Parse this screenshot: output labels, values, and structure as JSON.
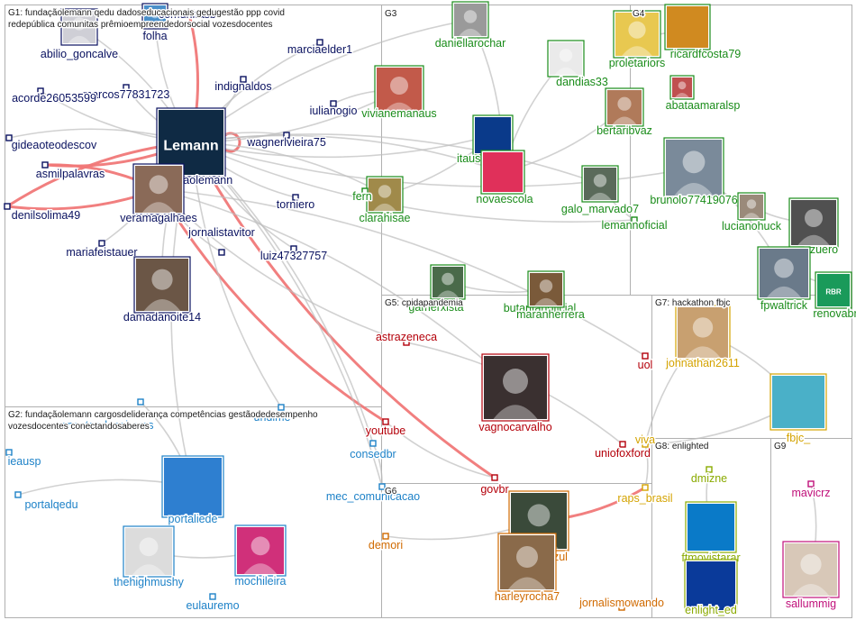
{
  "colors": {
    "G1": "#0a1260",
    "G2": "#1e82c8",
    "G3": "#1a8c1a",
    "G4": "#1a8c1a",
    "G5": "#b4000a",
    "G6": "#d06a00",
    "G7": "#d4a300",
    "G8": "#8aaa00",
    "G9": "#c0107a",
    "edge": "#bdbdbd",
    "edge_strong": "#f07878",
    "border": "#b0b0b0"
  },
  "groups": [
    {
      "id": "G1",
      "caption": "G1: fundaçãolemann qedu dadoseducacionais gedugestão ppp covid",
      "caption2": "redepública comunitas prêmioempreendedorsocial vozesdocentes"
    },
    {
      "id": "G2",
      "caption": "G2: fundaçãolemann cargosdeliderança competências gestãodedesempenho",
      "caption2": "vozesdocentes conectandosaberes"
    },
    {
      "id": "G3",
      "caption": "G3",
      "caption2": ""
    },
    {
      "id": "G4",
      "caption": "G4",
      "caption2": ""
    },
    {
      "id": "G5",
      "caption": "G5: cpidapandemia",
      "caption2": ""
    },
    {
      "id": "G6",
      "caption": "G6",
      "caption2": ""
    },
    {
      "id": "G7",
      "caption": "G7: hackathon fbjc",
      "caption2": ""
    },
    {
      "id": "G8",
      "caption": "G8: enlighted",
      "caption2": ""
    },
    {
      "id": "G9",
      "caption": "G9",
      "caption2": ""
    }
  ],
  "nodes": [
    {
      "id": "abilio",
      "label": "abilio_goncalve",
      "group": "G1",
      "img": "avatar-icon",
      "tone": "#cfcfd6"
    },
    {
      "id": "folha",
      "label": "folha",
      "group": "G1",
      "img": "avatar-icon",
      "tone": "#4a8fc9"
    },
    {
      "id": "comunitasbr",
      "label": "comunitasbr",
      "group": "G1"
    },
    {
      "id": "marcielder",
      "label": "marciaelder1",
      "group": "G1"
    },
    {
      "id": "indignaldos",
      "label": "indignaldos",
      "group": "G1"
    },
    {
      "id": "marcos",
      "label": "marcos77831723",
      "group": "G1"
    },
    {
      "id": "acorde",
      "label": "acorde26053599",
      "group": "G1"
    },
    {
      "id": "luliano",
      "label": "iulianogio",
      "group": "G1"
    },
    {
      "id": "gideao",
      "label": "gideaoteodescov",
      "group": "G1"
    },
    {
      "id": "wagner",
      "label": "wagnerlvieira75",
      "group": "G1"
    },
    {
      "id": "lemann",
      "label": "fundacaolemann",
      "group": "G1",
      "img": "lemann-logo-icon",
      "tone": "#0f2a44",
      "logo": "Lemann"
    },
    {
      "id": "asmil",
      "label": "asmilpalavras",
      "group": "G1"
    },
    {
      "id": "denil",
      "label": "denilsolima49",
      "group": "G1"
    },
    {
      "id": "vera",
      "label": "veramagalhaes",
      "group": "G1",
      "img": "avatar-icon",
      "tone": "#8a6a58"
    },
    {
      "id": "torniero",
      "label": "torniero",
      "group": "G1"
    },
    {
      "id": "mariafeist",
      "label": "mariafeistauer",
      "group": "G1"
    },
    {
      "id": "jornalista",
      "label": "jornalistavitor",
      "group": "G1"
    },
    {
      "id": "luiz",
      "label": "luiz47327757",
      "group": "G1"
    },
    {
      "id": "dama",
      "label": "damadanoite14",
      "group": "G1",
      "img": "avatar-icon",
      "tone": "#6b5646"
    },
    {
      "id": "coneeduc",
      "label": "conectandosaberes",
      "group": "G2"
    },
    {
      "id": "undime",
      "label": "undime",
      "group": "G2"
    },
    {
      "id": "ieausp",
      "label": "ieausp",
      "group": "G2"
    },
    {
      "id": "portalqedu",
      "label": "portalqedu",
      "group": "G2"
    },
    {
      "id": "consedbr",
      "label": "consedbr",
      "group": "G2"
    },
    {
      "id": "mec",
      "label": "mec_comunicacao",
      "group": "G2"
    },
    {
      "id": "portaliede",
      "label": "portaliede",
      "group": "G2",
      "img": "book-logo-icon",
      "tone": "#2e7fd0"
    },
    {
      "id": "highmushy",
      "label": "thehighmushy",
      "group": "G2",
      "img": "avatar-icon",
      "tone": "#dcdcdc"
    },
    {
      "id": "mochileira",
      "label": "mochileira",
      "group": "G2",
      "img": "avatar-icon",
      "tone": "#d0307a"
    },
    {
      "id": "eulauremo",
      "label": "eulauremo",
      "group": "G2"
    },
    {
      "id": "daniella",
      "label": "daniellarochar",
      "group": "G3",
      "img": "avatar-icon",
      "tone": "#9a9a9a"
    },
    {
      "id": "vivianem",
      "label": "vivianemanaus",
      "group": "G3",
      "img": "avatar-icon",
      "tone": "#c25a4a"
    },
    {
      "id": "itausocial",
      "label": "itausocial",
      "group": "G3",
      "img": "itau-logo-icon",
      "tone": "#0a3a8a"
    },
    {
      "id": "novaescola",
      "label": "novaescola",
      "group": "G3",
      "img": "nova-escola-logo-icon",
      "tone": "#e0305a"
    },
    {
      "id": "dandias",
      "label": "dandias33",
      "group": "G3",
      "img": "avatar-icon",
      "tone": "#eaeaea"
    },
    {
      "id": "bertarib",
      "label": "bertaribvaz",
      "group": "G3",
      "img": "avatar-icon",
      "tone": "#b07a5a"
    },
    {
      "id": "galo",
      "label": "galo_marvado7",
      "group": "G3",
      "img": "avatar-icon",
      "tone": "#5a6a5a"
    },
    {
      "id": "brunolo",
      "label": "brunolo77419076",
      "group": "G3",
      "img": "avatar-icon",
      "tone": "#7a8a9a"
    },
    {
      "id": "lemannofic",
      "label": "lemannoficial",
      "group": "G3"
    },
    {
      "id": "clarahisae",
      "label": "clarahisae",
      "group": "G3",
      "img": "avatar-icon",
      "tone": "#a08a4a"
    },
    {
      "id": "fern",
      "label": "fern",
      "group": "G3"
    },
    {
      "id": "lucianohuck",
      "label": "lucianohuck",
      "group": "G3",
      "img": "avatar-icon",
      "tone": "#9a8a7a"
    },
    {
      "id": "azuero",
      "label": "azuero",
      "group": "G3",
      "img": "avatar-icon",
      "tone": "#505050"
    },
    {
      "id": "fpwaltrick",
      "label": "fpwaltrick",
      "group": "G3",
      "img": "avatar-icon",
      "tone": "#6a7a8a"
    },
    {
      "id": "renovabr",
      "label": "renovabr",
      "group": "G3",
      "img": "renovabr-logo-icon",
      "tone": "#1a9a5a",
      "logo": "RBR"
    },
    {
      "id": "gamerxista",
      "label": "gamerxista",
      "group": "G3",
      "img": "avatar-icon",
      "tone": "#4a6a4a"
    },
    {
      "id": "butantan",
      "label": "butantanoficial",
      "group": "G3"
    },
    {
      "id": "maran",
      "label": "maranherrera",
      "group": "G3",
      "img": "avatar-icon",
      "tone": "#7a5a3a"
    },
    {
      "id": "proletariors",
      "label": "proletariors",
      "group": "G4",
      "img": "avatar-icon",
      "tone": "#e8c850"
    },
    {
      "id": "ricardo",
      "label": "ricardfcosta79",
      "group": "G4",
      "img": "map-icon",
      "tone": "#d08a20"
    },
    {
      "id": "abataam",
      "label": "abataamaralsp",
      "group": "G4",
      "img": "avatar-icon",
      "tone": "#c05050"
    },
    {
      "id": "astrazeneca",
      "label": "astrazeneca",
      "group": "G5"
    },
    {
      "id": "vagno",
      "label": "vagnocarvalho",
      "group": "G5",
      "img": "avatar-icon",
      "tone": "#3a3030"
    },
    {
      "id": "uol",
      "label": "uol",
      "group": "G5"
    },
    {
      "id": "youtube",
      "label": "youtube",
      "group": "G5"
    },
    {
      "id": "uniofoxford",
      "label": "uniofoxford",
      "group": "G5"
    },
    {
      "id": "govbr",
      "label": "govbr",
      "group": "G5"
    },
    {
      "id": "oceanoazul",
      "label": "oceanoazul",
      "group": "G6",
      "img": "avatar-icon",
      "tone": "#3a4a3a"
    },
    {
      "id": "demori",
      "label": "demori",
      "group": "G6"
    },
    {
      "id": "harley",
      "label": "harleyrocha7",
      "group": "G6",
      "img": "avatar-icon",
      "tone": "#8a6a4a"
    },
    {
      "id": "jornalismowando",
      "label": "jornalismowando",
      "group": "G6"
    },
    {
      "id": "johnathan",
      "label": "johnathan2611",
      "group": "G7",
      "img": "avatar-icon",
      "tone": "#c8a070"
    },
    {
      "id": "fbjc",
      "label": "fbjc_",
      "group": "G7",
      "img": "lightbulb-logo-icon",
      "tone": "#4ab0c8"
    },
    {
      "id": "viva",
      "label": "viva",
      "group": "G7"
    },
    {
      "id": "raps",
      "label": "raps_brasil",
      "group": "G7"
    },
    {
      "id": "dmizne",
      "label": "dmizne",
      "group": "G8"
    },
    {
      "id": "ftmovistar",
      "label": "ftmovistarar",
      "group": "G8",
      "img": "movistar-logo-icon",
      "tone": "#0a7ac8"
    },
    {
      "id": "enlight",
      "label": "enlight_ed",
      "group": "G8",
      "img": "enlight-logo-icon",
      "tone": "#0a3a9a"
    },
    {
      "id": "mavicrz",
      "label": "mavicrz",
      "group": "G9"
    },
    {
      "id": "sallummig",
      "label": "sallummig",
      "group": "G9",
      "img": "avatar-icon",
      "tone": "#d8c8b8"
    }
  ],
  "edges": [
    [
      "denil",
      "lemann",
      "strong"
    ],
    [
      "denil",
      "vera",
      "strong"
    ],
    [
      "asmil",
      "vera",
      "strong"
    ],
    [
      "asmil",
      "lemann",
      "strong"
    ],
    [
      "comunitasbr",
      "lemann",
      "strong"
    ],
    [
      "lemann",
      "govbr",
      "strong"
    ],
    [
      "lemann",
      "lemann",
      "strong"
    ],
    [
      "vera",
      "youtube",
      "strong"
    ],
    [
      "raps",
      "oceanoazul",
      "strong"
    ],
    [
      "lemann",
      "itausocial",
      "faint"
    ],
    [
      "lemann",
      "novaescola",
      "faint"
    ],
    [
      "lemann",
      "lemannofic",
      "faint"
    ],
    [
      "lemann",
      "clarahisae",
      "faint"
    ],
    [
      "lemann",
      "vivianem",
      "faint"
    ],
    [
      "lemann",
      "daniella",
      "faint"
    ],
    [
      "lemann",
      "brunolo",
      "faint"
    ],
    [
      "lemann",
      "galo",
      "faint"
    ],
    [
      "lemann",
      "portaliede",
      "faint"
    ],
    [
      "lemann",
      "consedbr",
      "faint"
    ],
    [
      "lemann",
      "undime",
      "faint"
    ],
    [
      "lemann",
      "mec",
      "faint"
    ],
    [
      "lemann",
      "dama",
      "faint"
    ],
    [
      "lemann",
      "mariafeist",
      "faint"
    ],
    [
      "lemann",
      "luiz",
      "faint"
    ],
    [
      "lemann",
      "wagner",
      "faint"
    ],
    [
      "lemann",
      "indignaldos",
      "faint"
    ],
    [
      "lemann",
      "marcos",
      "faint"
    ],
    [
      "lemann",
      "abilio",
      "faint"
    ],
    [
      "lemann",
      "folha",
      "faint"
    ],
    [
      "lemann",
      "torniero",
      "faint"
    ],
    [
      "vera",
      "vagno",
      "faint"
    ],
    [
      "vera",
      "astrazeneca",
      "faint"
    ],
    [
      "vera",
      "uol",
      "faint"
    ],
    [
      "brunolo",
      "lucianohuck",
      "faint"
    ],
    [
      "brunolo",
      "fpwaltrick",
      "faint"
    ],
    [
      "lucianohuck",
      "azuero",
      "faint"
    ],
    [
      "johnathan",
      "fbjc",
      "faint"
    ],
    [
      "johnathan",
      "viva",
      "faint"
    ],
    [
      "fbjc",
      "viva",
      "faint"
    ],
    [
      "uniofoxford",
      "astrazeneca",
      "faint"
    ],
    [
      "govbr",
      "youtube",
      "faint"
    ],
    [
      "raps",
      "viva",
      "faint"
    ],
    [
      "itausocial",
      "novaescola",
      "faint"
    ],
    [
      "galo",
      "lemannofic",
      "faint"
    ],
    [
      "daniella",
      "novaescola",
      "faint"
    ],
    [
      "proletariors",
      "ricardo",
      "faint"
    ],
    [
      "bertarib",
      "novaescola",
      "faint"
    ],
    [
      "dandias",
      "novaescola",
      "faint"
    ],
    [
      "maran",
      "gamerxista",
      "faint"
    ],
    [
      "butantan",
      "maran",
      "faint"
    ],
    [
      "consedbr",
      "mec",
      "faint"
    ],
    [
      "portaliede",
      "portalqedu",
      "faint"
    ],
    [
      "coneeduc",
      "portaliede",
      "faint"
    ],
    [
      "highmushy",
      "mochileira",
      "faint"
    ],
    [
      "oceanoazul",
      "harley",
      "faint"
    ],
    [
      "demori",
      "oceanoazul",
      "faint"
    ],
    [
      "enlight",
      "ftmovistar",
      "faint"
    ],
    [
      "dmizne",
      "ftmovistar",
      "faint"
    ],
    [
      "mavicrz",
      "sallummig",
      "faint"
    ],
    [
      "renovabr",
      "fpwaltrick",
      "faint"
    ],
    [
      "itausocial",
      "clarahisae",
      "faint"
    ],
    [
      "vivianem",
      "luliano",
      "faint"
    ],
    [
      "gideao",
      "lemann",
      "faint"
    ],
    [
      "acorde",
      "lemann",
      "faint"
    ],
    [
      "jornalista",
      "vera",
      "faint"
    ],
    [
      "marcielder",
      "lemann",
      "faint"
    ]
  ]
}
